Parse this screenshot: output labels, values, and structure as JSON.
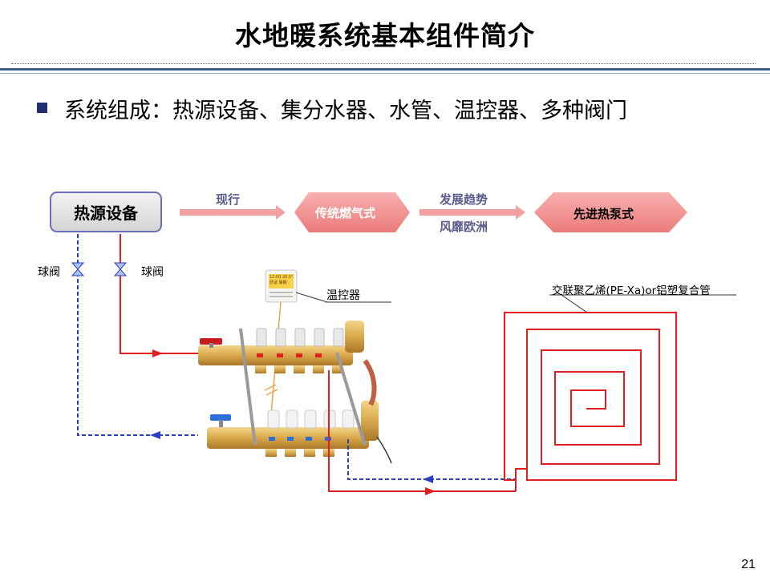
{
  "slide": {
    "title": "水地暖系统基本组件简介",
    "bullet": "系统组成：热源设备、集分水器、水管、温控器、多种阀门",
    "page_number": "21"
  },
  "diagram": {
    "heat_source": "热源设备",
    "arrow1_label": "现行",
    "node_gas": "传统燃气式",
    "arrow2_label_top": "发展趋势",
    "arrow2_label_bottom": "风靡欧洲",
    "node_heatpump": "先进热泵式",
    "valve_left": "球阀",
    "valve_right": "球阀",
    "thermostat": "温控器",
    "pipe_label": "交联聚乙烯(PE-Xa)or铝塑复合管",
    "thermostat_display_line1": "12:00 20.5°C",
    "thermostat_display_line2": "舒适 睡眠",
    "colors": {
      "supply_line": "#e01f1f",
      "return_line": "#2b3fc2",
      "flow_arrow": "#f2a0a0",
      "hexagon": "#f08c8c",
      "brass": "#d9a84a"
    }
  }
}
